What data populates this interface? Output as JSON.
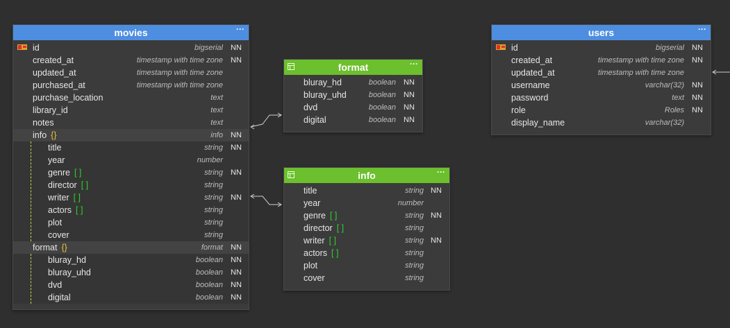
{
  "tables": {
    "movies": {
      "title": "movies",
      "menu": "···",
      "rows": [
        {
          "name": "id",
          "type": "bigserial",
          "nn": "NN"
        },
        {
          "name": "created_at",
          "type": "timestamp with time zone",
          "nn": "NN"
        },
        {
          "name": "updated_at",
          "type": "timestamp with time zone",
          "nn": ""
        },
        {
          "name": "purchased_at",
          "type": "timestamp with time zone",
          "nn": ""
        },
        {
          "name": "purchase_location",
          "type": "text",
          "nn": ""
        },
        {
          "name": "library_id",
          "type": "text",
          "nn": ""
        },
        {
          "name": "notes",
          "type": "text",
          "nn": ""
        },
        {
          "name": "info",
          "marker": "{}",
          "type": "info",
          "nn": "NN"
        },
        {
          "name": "title",
          "type": "string",
          "nn": "NN"
        },
        {
          "name": "year",
          "type": "number",
          "nn": ""
        },
        {
          "name": "genre",
          "marker": "[ ]",
          "type": "string",
          "nn": "NN"
        },
        {
          "name": "director",
          "marker": "[ ]",
          "type": "string",
          "nn": ""
        },
        {
          "name": "writer",
          "marker": "[ ]",
          "type": "string",
          "nn": "NN"
        },
        {
          "name": "actors",
          "marker": "[ ]",
          "type": "string",
          "nn": ""
        },
        {
          "name": "plot",
          "type": "string",
          "nn": ""
        },
        {
          "name": "cover",
          "type": "string",
          "nn": ""
        },
        {
          "name": "format",
          "marker": "{}",
          "type": "format",
          "nn": "NN"
        },
        {
          "name": "bluray_hd",
          "type": "boolean",
          "nn": "NN"
        },
        {
          "name": "bluray_uhd",
          "type": "boolean",
          "nn": "NN"
        },
        {
          "name": "dvd",
          "type": "boolean",
          "nn": "NN"
        },
        {
          "name": "digital",
          "type": "boolean",
          "nn": "NN"
        }
      ]
    },
    "format": {
      "title": "format",
      "menu": "···",
      "rows": [
        {
          "name": "bluray_hd",
          "type": "boolean",
          "nn": "NN"
        },
        {
          "name": "bluray_uhd",
          "type": "boolean",
          "nn": "NN"
        },
        {
          "name": "dvd",
          "type": "boolean",
          "nn": "NN"
        },
        {
          "name": "digital",
          "type": "boolean",
          "nn": "NN"
        }
      ]
    },
    "info": {
      "title": "info",
      "menu": "···",
      "rows": [
        {
          "name": "title",
          "type": "string",
          "nn": "NN"
        },
        {
          "name": "year",
          "type": "number",
          "nn": ""
        },
        {
          "name": "genre",
          "marker": "[ ]",
          "type": "string",
          "nn": "NN"
        },
        {
          "name": "director",
          "marker": "[ ]",
          "type": "string",
          "nn": ""
        },
        {
          "name": "writer",
          "marker": "[ ]",
          "type": "string",
          "nn": "NN"
        },
        {
          "name": "actors",
          "marker": "[ ]",
          "type": "string",
          "nn": ""
        },
        {
          "name": "plot",
          "type": "string",
          "nn": ""
        },
        {
          "name": "cover",
          "type": "string",
          "nn": ""
        }
      ]
    },
    "users": {
      "title": "users",
      "menu": "···",
      "rows": [
        {
          "name": "id",
          "type": "bigserial",
          "nn": "NN"
        },
        {
          "name": "created_at",
          "type": "timestamp with time zone",
          "nn": "NN"
        },
        {
          "name": "updated_at",
          "type": "timestamp with time zone",
          "nn": ""
        },
        {
          "name": "username",
          "type": "varchar(32)",
          "nn": "NN"
        },
        {
          "name": "password",
          "type": "text",
          "nn": "NN"
        },
        {
          "name": "role",
          "type": "Roles",
          "nn": "NN"
        },
        {
          "name": "display_name",
          "type": "varchar(32)",
          "nn": ""
        }
      ]
    }
  },
  "colors": {
    "canvas": "#2f2f2f",
    "table_body": "#3b3b3b",
    "header_blue": "#4d8ee0",
    "header_green": "#6cbf2d",
    "array_marker": "#2fd12f",
    "object_marker": "#e5c040",
    "connector": "#cfcfcf"
  },
  "icons": {
    "primary_key": "key-icon",
    "table_type": "table-icon",
    "menu": "more-icon"
  }
}
